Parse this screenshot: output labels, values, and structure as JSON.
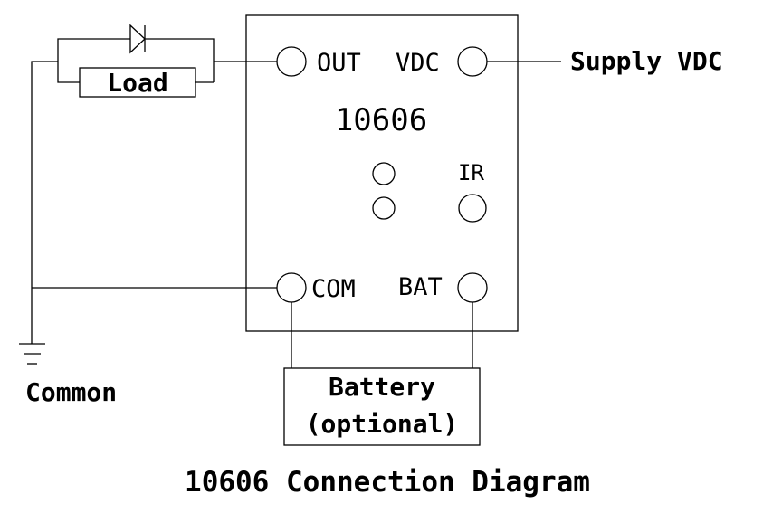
{
  "diagram": {
    "title": "10606 Connection Diagram",
    "module": {
      "model": "10606",
      "terminals": {
        "out": "OUT",
        "vdc": "VDC",
        "com": "COM",
        "bat": "BAT",
        "ir": "IR"
      }
    },
    "labels": {
      "supply": "Supply VDC",
      "load": "Load",
      "common": "Common",
      "battery_line1": "Battery",
      "battery_line2": "(optional)"
    },
    "colors": {
      "ink": "#000000",
      "background": "#ffffff"
    }
  }
}
